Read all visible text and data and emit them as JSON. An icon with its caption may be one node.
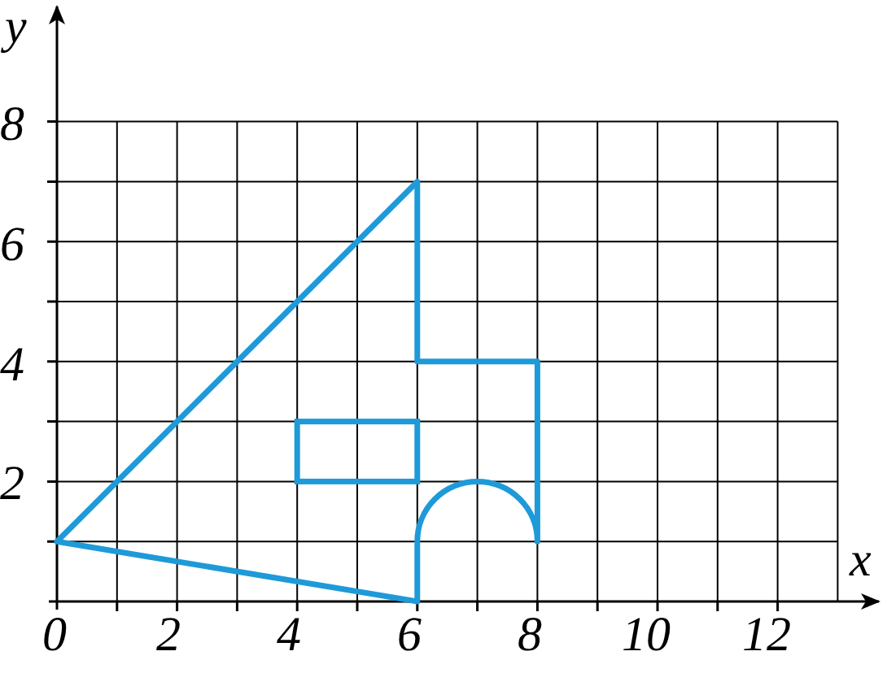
{
  "diagram": {
    "labels": [
      "y",
      "8",
      "6",
      "4",
      "2",
      "0",
      "2",
      "4",
      "6",
      "8",
      "10",
      "12",
      "x"
    ]
  }
}
